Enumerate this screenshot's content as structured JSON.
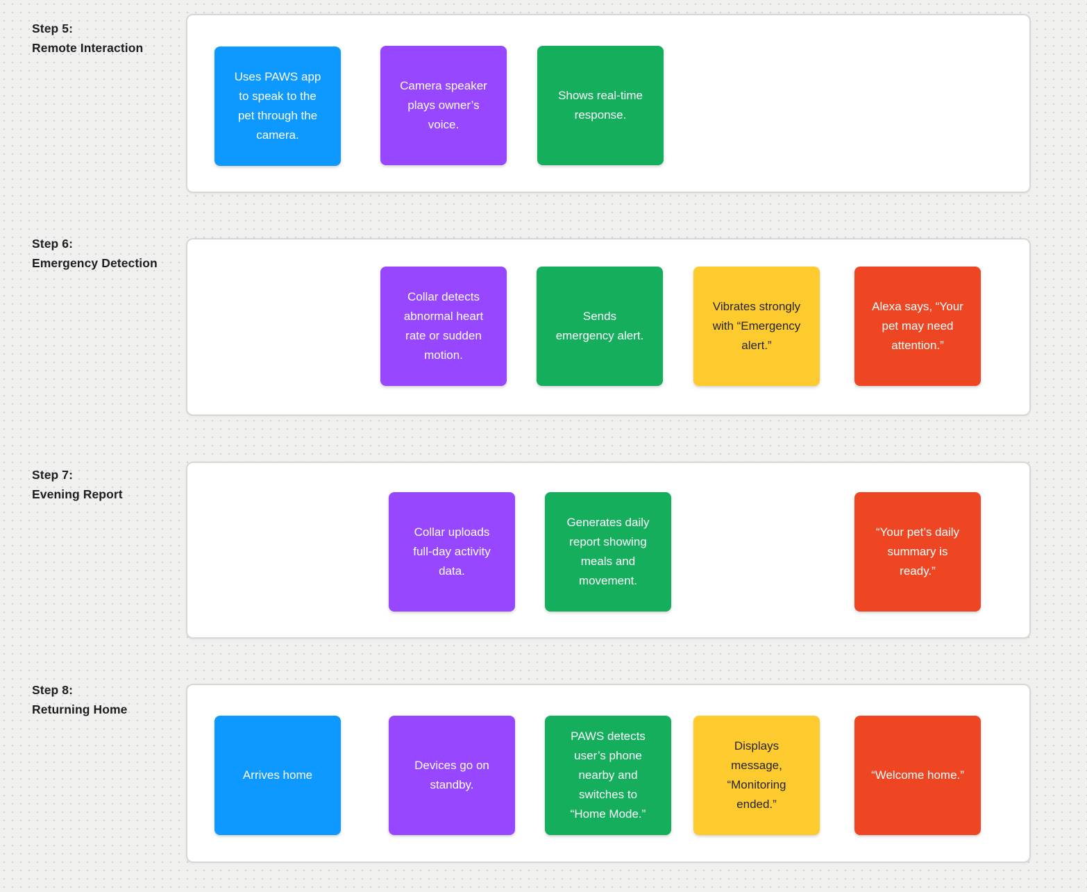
{
  "colors": {
    "blue": "#0D99FF",
    "purple": "#9747FF",
    "green": "#14AE5C",
    "yellow": "#FECB2F",
    "red": "#EE4623"
  },
  "steps": [
    {
      "label_line1": "Step 5:",
      "label_line2": "Remote Interaction",
      "notes": [
        {
          "color": "blue",
          "lines": [
            "Uses PAWS app",
            "to speak to the",
            "pet through the",
            "camera."
          ]
        },
        {
          "color": "purple",
          "lines": [
            "Camera speaker",
            "plays owner’s",
            "voice."
          ]
        },
        {
          "color": "green",
          "lines": [
            "Shows real-time",
            "response."
          ]
        }
      ]
    },
    {
      "label_line1": "Step 6:",
      "label_line2": "Emergency Detection",
      "notes": [
        {
          "color": "purple",
          "lines": [
            "Collar detects",
            "abnormal heart",
            "rate or sudden",
            "motion."
          ]
        },
        {
          "color": "green",
          "lines": [
            "Sends",
            "emergency alert."
          ]
        },
        {
          "color": "yellow",
          "lines": [
            "Vibrates strongly",
            "with “Emergency",
            "alert.”"
          ]
        },
        {
          "color": "red",
          "lines": [
            "Alexa says, “Your",
            "pet may need",
            "attention.”"
          ]
        }
      ]
    },
    {
      "label_line1": "Step 7:",
      "label_line2": "Evening Report",
      "notes": [
        {
          "color": "purple",
          "lines": [
            "Collar uploads",
            "full-day activity",
            "data."
          ]
        },
        {
          "color": "green",
          "lines": [
            "Generates daily",
            "report showing",
            "meals and",
            "movement."
          ]
        },
        {
          "color": "red",
          "lines": [
            "“Your pet’s daily",
            "summary is",
            "ready.”"
          ]
        }
      ]
    },
    {
      "label_line1": "Step 8:",
      "label_line2": "Returning Home",
      "notes": [
        {
          "color": "blue",
          "lines": [
            "Arrives home"
          ]
        },
        {
          "color": "purple",
          "lines": [
            "Devices go on",
            "standby."
          ]
        },
        {
          "color": "green",
          "lines": [
            "PAWS detects",
            "user’s phone",
            "nearby and",
            "switches to",
            "“Home Mode.”"
          ]
        },
        {
          "color": "yellow",
          "lines": [
            "Displays",
            "message,",
            "“Monitoring",
            "ended.”"
          ]
        },
        {
          "color": "red",
          "lines": [
            "“Welcome home.”"
          ]
        }
      ]
    }
  ]
}
